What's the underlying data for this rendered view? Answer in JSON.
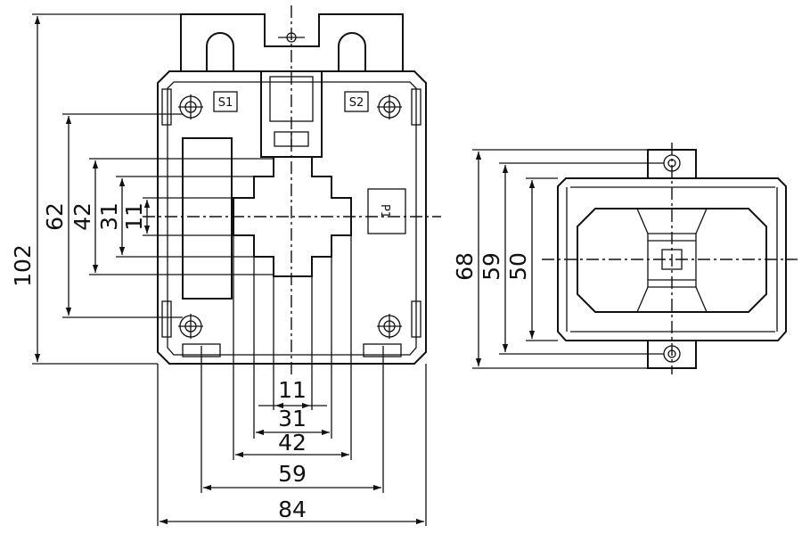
{
  "front_view": {
    "terminals": {
      "s1": "S1",
      "s2": "S2",
      "p1": "P1"
    },
    "horizontal_dimensions": [
      "11",
      "31",
      "42",
      "59",
      "84"
    ],
    "vertical_dimensions": [
      "102",
      "62",
      "42",
      "31",
      "11"
    ]
  },
  "side_view": {
    "vertical_dimensions": [
      "68",
      "59",
      "50"
    ]
  }
}
